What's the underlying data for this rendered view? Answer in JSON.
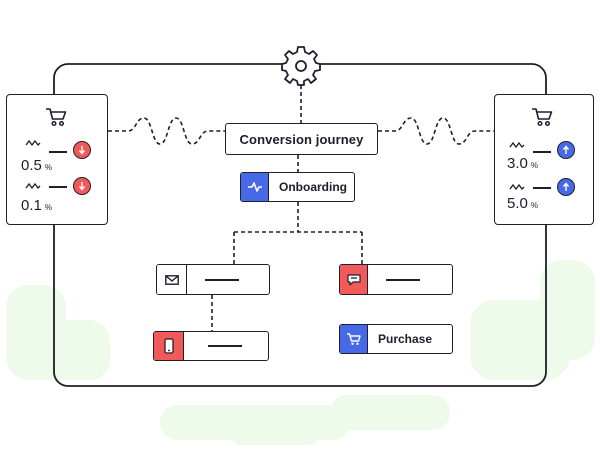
{
  "diagram": {
    "title": "Conversion journey",
    "stage": "Onboarding",
    "final_step": "Purchase",
    "colors": {
      "accent_blue": "#4669e8",
      "accent_red": "#f25a5a",
      "ink": "#1f1f2e",
      "background_green": "#eefbea"
    },
    "left_card": {
      "icon": "cart-icon",
      "metrics": [
        {
          "value": "0.5",
          "unit": "%",
          "trend": "down",
          "icon": "arrow-down-icon",
          "sparkline_icon": "zigzag-icon"
        },
        {
          "value": "0.1",
          "unit": "%",
          "trend": "down",
          "icon": "arrow-down-icon",
          "sparkline_icon": "zigzag-icon"
        }
      ]
    },
    "right_card": {
      "icon": "cart-icon",
      "metrics": [
        {
          "value": "3.0",
          "unit": "%",
          "trend": "up",
          "icon": "arrow-up-icon",
          "sparkline_icon": "zigzag-icon"
        },
        {
          "value": "5.0",
          "unit": "%",
          "trend": "up",
          "icon": "arrow-up-icon",
          "sparkline_icon": "zigzag-icon"
        }
      ]
    },
    "nodes": [
      {
        "icon": "envelope-icon",
        "label": ""
      },
      {
        "icon": "chat-icon",
        "label": ""
      },
      {
        "icon": "phone-icon",
        "label": ""
      }
    ],
    "gear_icon": "gear-icon",
    "stage_icon": "pulse-icon"
  }
}
